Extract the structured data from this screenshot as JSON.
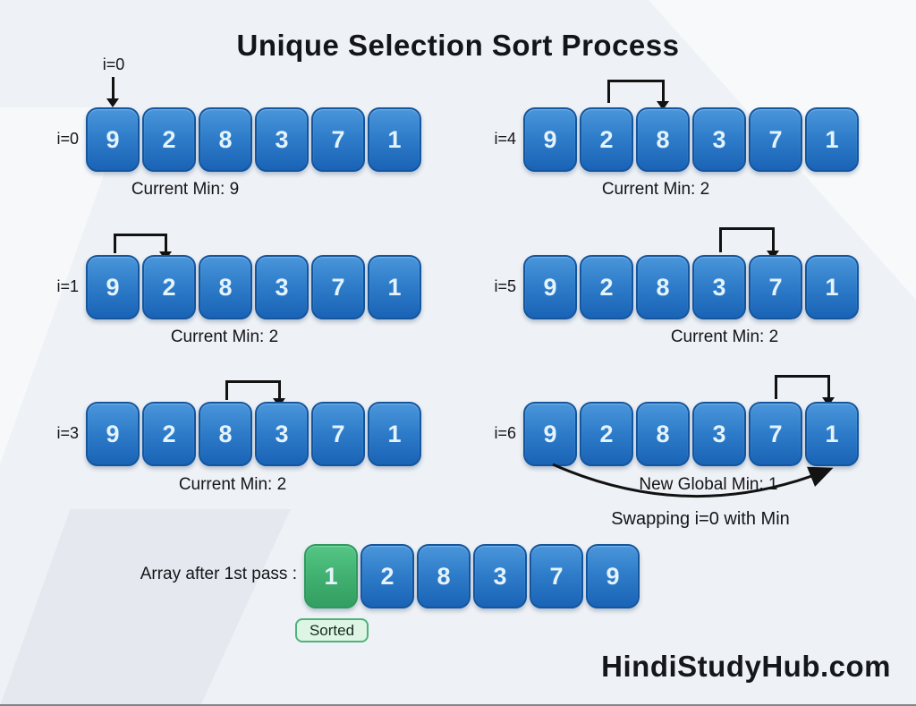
{
  "title": "Unique Selection Sort Process",
  "pointer_label": "i=0",
  "steps": [
    {
      "label": "i=0",
      "values": [
        "9",
        "2",
        "8",
        "3",
        "7",
        "1"
      ],
      "caption": "Current Min: 9"
    },
    {
      "label": "i=1",
      "values": [
        "9",
        "2",
        "8",
        "3",
        "7",
        "1"
      ],
      "caption": "Current Min: 2",
      "compare": {
        "from": 0,
        "to": 1
      }
    },
    {
      "label": "i=3",
      "values": [
        "9",
        "2",
        "8",
        "3",
        "7",
        "1"
      ],
      "caption": "Current Min: 2",
      "compare": {
        "from": 2,
        "to": 3
      }
    },
    {
      "label": "i=4",
      "values": [
        "9",
        "2",
        "8",
        "3",
        "7",
        "1"
      ],
      "caption": "Current Min: 2",
      "compare": {
        "from": 1,
        "to": 2
      }
    },
    {
      "label": "i=5",
      "values": [
        "9",
        "2",
        "8",
        "3",
        "7",
        "1"
      ],
      "caption": "Current Min: 2",
      "compare": {
        "from": 3,
        "to": 4
      }
    },
    {
      "label": "i=6",
      "values": [
        "9",
        "2",
        "8",
        "3",
        "7",
        "1"
      ],
      "caption": "New Global Min: 1",
      "compare": {
        "from": 4,
        "to": 5
      },
      "note": "Swapping i=0 with Min"
    }
  ],
  "result": {
    "label": "Array after 1st pass :",
    "values": [
      "1",
      "2",
      "8",
      "3",
      "7",
      "9"
    ],
    "sorted_index": 0,
    "badge": "Sorted"
  },
  "watermark": "HindiStudyHub.com",
  "colors": {
    "background": "#eef1f5",
    "box_blue_top": "#4a96db",
    "box_blue_bottom": "#1a63b6",
    "box_green_top": "#55c685",
    "box_green_bottom": "#339f62",
    "arrow": "#121212",
    "sorted_badge_bg": "#def5e5",
    "sorted_badge_border": "#4fb279"
  }
}
